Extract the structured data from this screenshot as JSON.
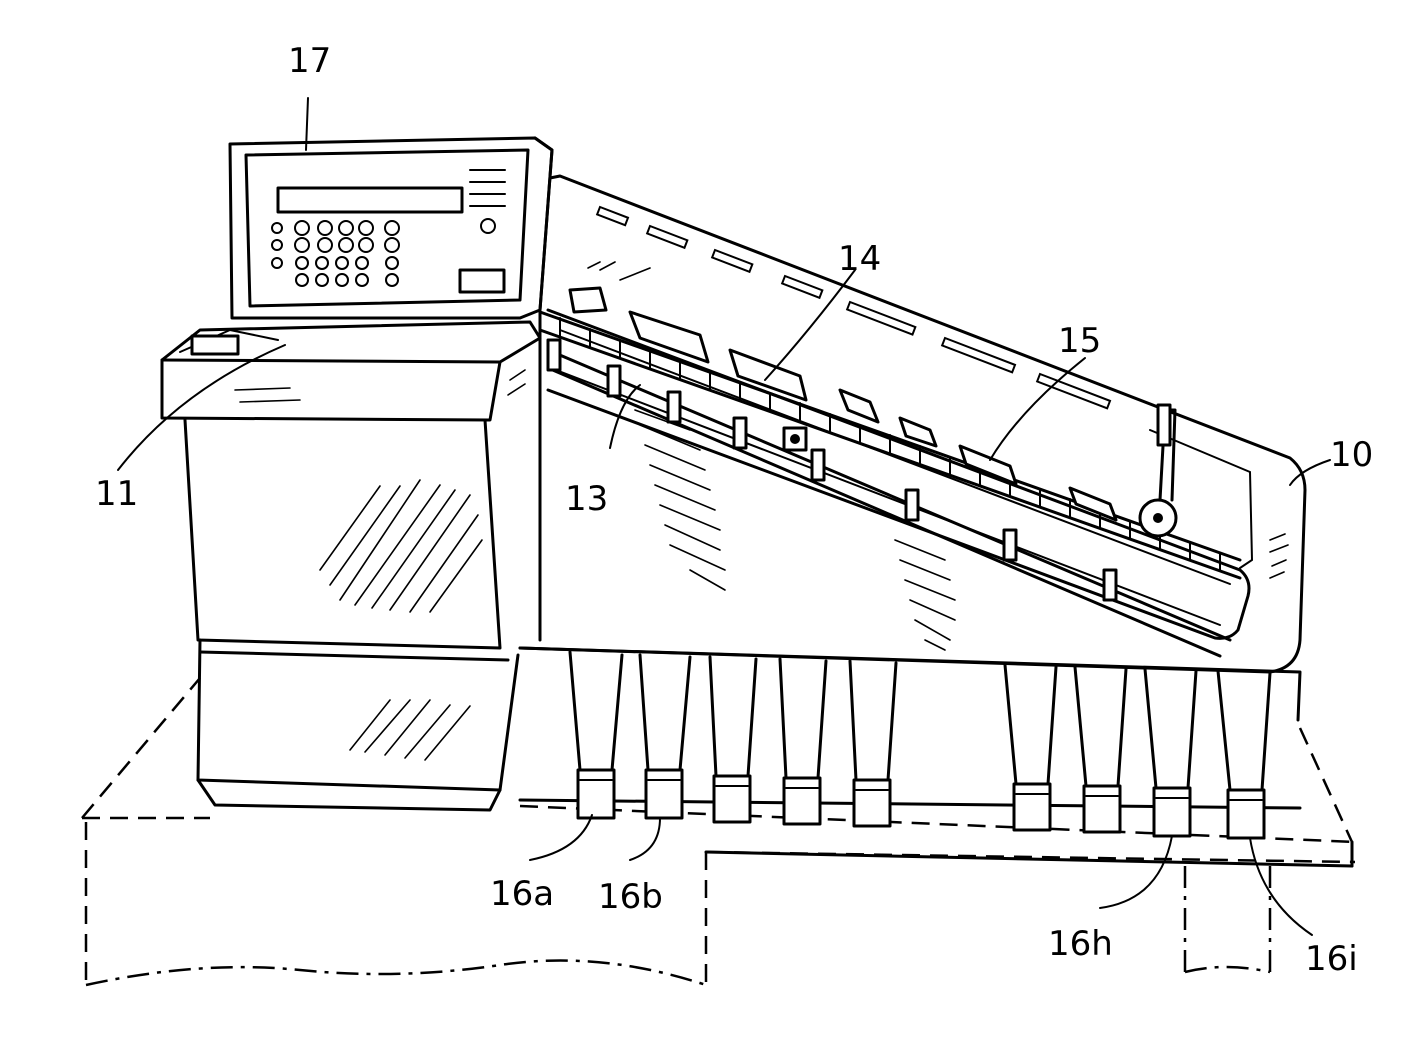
{
  "figure": {
    "colors": {
      "ink": "#000000",
      "paper": "#ffffff"
    },
    "labels": {
      "machine_body": "10",
      "coin_hopper": "11",
      "guide_rail": "13",
      "conveyor_belt": "14",
      "sorting_plate": "15",
      "tube_a": "16a",
      "tube_b": "16b",
      "tube_h": "16h",
      "tube_i": "16i",
      "control_panel": "17"
    },
    "control_panel": {
      "icon": "keypad-display-icon"
    }
  }
}
